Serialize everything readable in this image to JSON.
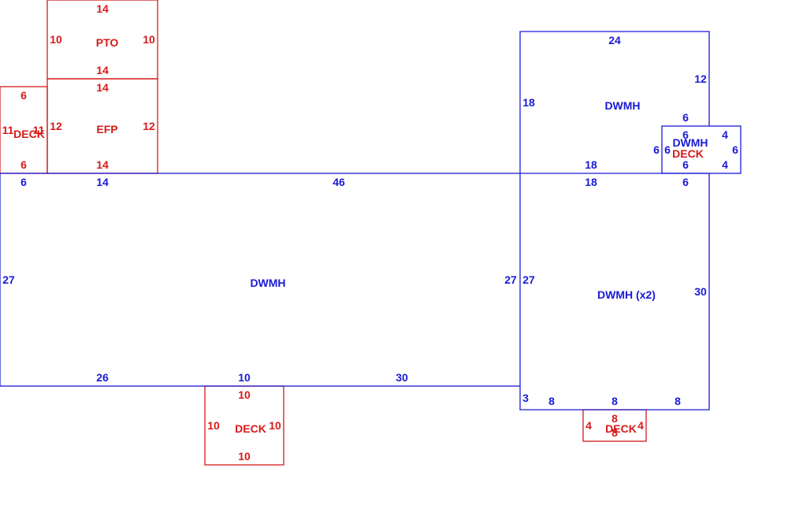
{
  "colors": {
    "structure": "#1a1ad6",
    "addition": "#d61a1a",
    "background": "#ffffff"
  },
  "rooms": {
    "main": {
      "label": "DWMH",
      "dims": {
        "top": "46",
        "left": "27",
        "right": "27",
        "bottom_left": "26",
        "bottom_mid": "10",
        "bottom_right": "30",
        "top_left_a": "6",
        "top_left_b": "14"
      }
    },
    "addition": {
      "label": "DWMH (x2)",
      "dims": {
        "top_left": "18",
        "top_right": "6",
        "left": "27",
        "right": "30",
        "bottom_a": "8",
        "bottom_b": "8",
        "bottom_c": "8",
        "step": "3"
      }
    },
    "upper": {
      "label": "DWMH",
      "dims": {
        "top": "24",
        "left": "18",
        "right_top": "12",
        "bottom": "18",
        "notch": "6"
      }
    },
    "bump": {
      "label": "DWMH",
      "dims": {
        "top": "6",
        "left": "6",
        "bottom": "6"
      }
    },
    "bump_deck": {
      "label": "DECK",
      "dims": {
        "top": "4",
        "left": "6",
        "right": "6",
        "bottom": "4"
      }
    },
    "pto": {
      "label": "PTO",
      "dims": {
        "top": "14",
        "left": "10",
        "right": "10",
        "bottom": "14"
      }
    },
    "efp": {
      "label": "EFP",
      "dims": {
        "top": "14",
        "left": "12",
        "right": "12",
        "bottom": "14"
      }
    },
    "left_deck": {
      "label": "DECK",
      "dims": {
        "top": "6",
        "left": "11",
        "right": "11",
        "bottom": "6"
      }
    },
    "deck_bottom": {
      "label": "DECK",
      "dims": {
        "top": "10",
        "left": "10",
        "right": "10",
        "bottom": "10"
      }
    },
    "deck_small": {
      "label": "DECK",
      "dims": {
        "top": "8",
        "left": "4",
        "right": "4",
        "bottom": "8"
      }
    }
  }
}
